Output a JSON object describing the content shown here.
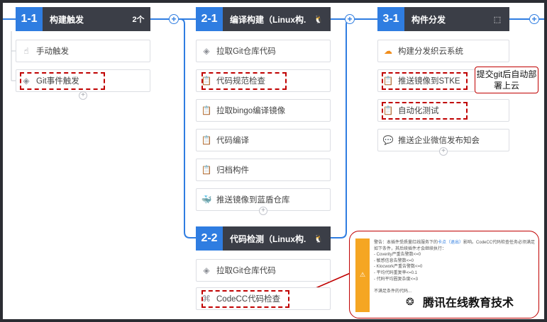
{
  "stages": [
    {
      "num": "1-1",
      "title": "构建触发",
      "extra": "2个",
      "jobs": [
        {
          "label": "手动触发",
          "icon": "hand-icon",
          "glyph": "☝"
        },
        {
          "label": "Git事件触发",
          "icon": "git-icon",
          "glyph": "◈"
        }
      ]
    },
    {
      "num": "2-1",
      "title": "编译构建（Linux构...",
      "extra": "🐧",
      "jobs": [
        {
          "label": "拉取Git仓库代码",
          "icon": "git-icon",
          "glyph": "◈"
        },
        {
          "label": "代码规范检查",
          "icon": "clipboard-icon",
          "glyph": "📋"
        },
        {
          "label": "拉取bingo编译镜像",
          "icon": "clipboard-icon",
          "glyph": "📋"
        },
        {
          "label": "代码编译",
          "icon": "clipboard-icon",
          "glyph": "📋"
        },
        {
          "label": "归档构件",
          "icon": "clipboard-icon",
          "glyph": "📋"
        },
        {
          "label": "推送镜像到蓝盾仓库",
          "icon": "docker-icon",
          "glyph": "🐳"
        }
      ]
    },
    {
      "num": "2-2",
      "title": "代码检测（Linux构...",
      "extra": "🐧",
      "jobs": [
        {
          "label": "拉取Git仓库代码",
          "icon": "git-icon",
          "glyph": "◈"
        },
        {
          "label": "CodeCC代码检查",
          "icon": "codecc-icon",
          "glyph": "⌘"
        }
      ]
    },
    {
      "num": "3-1",
      "title": "构件分发",
      "extra": "⬚",
      "jobs": [
        {
          "label": "构建分发织云系统",
          "icon": "cloud-icon",
          "glyph": "☁"
        },
        {
          "label": "推送镜像到STKE",
          "icon": "clipboard-icon",
          "glyph": "📋"
        },
        {
          "label": "自动化测试",
          "icon": "clipboard-icon",
          "glyph": "📋"
        },
        {
          "label": "推送企业微信发布知会",
          "icon": "chat-icon",
          "glyph": "💬"
        }
      ]
    }
  ],
  "callout_deploy": "提交git后自动部署上云",
  "warning": {
    "prefix": "警告：本插件受质量红线服务下的",
    "link": "卡点（退出）",
    "suffix": "影响。CodeCC代码检查任务必须满足如下条件，其后续插件才会继续执行：",
    "rules": [
      "- Coverity严重告警数<=0",
      "- 敏感信息告警数<=0",
      "- Klocwork严重告警数<=0",
      "- 平均代码重复率<=0.1",
      "- 代码平均圈复杂度<=3"
    ],
    "footer": "不满足条件的代码...",
    "bar_label": "⚠"
  },
  "watermark": "腾讯在线教育技术",
  "colors": {
    "accent": "#2f7de1",
    "header": "#3b3e47",
    "highlight": "#c00000",
    "warning": "#f5a623"
  }
}
